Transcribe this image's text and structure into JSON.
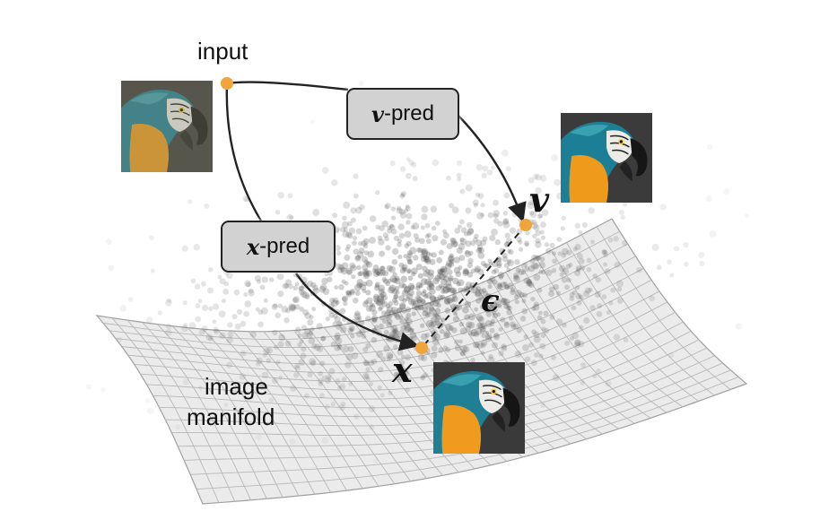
{
  "labels": {
    "input": "input",
    "v_symbol": "v",
    "x_symbol": "x",
    "epsilon_symbol": "ϵ",
    "manifold_line1": "image",
    "manifold_line2": "manifold"
  },
  "boxes": {
    "v_pred": {
      "symbol": "v",
      "text": "-pred"
    },
    "x_pred": {
      "symbol": "x",
      "text": "-pred"
    }
  },
  "colors": {
    "point": "#f0a43c",
    "box_fill": "#d2d2d2",
    "grid_fill": "#ebebeb",
    "grid_line": "#b8b8b8",
    "arrow": "#222222",
    "scatter": "#555555"
  },
  "images": {
    "noisy_input": "parrot-noisy-heavy",
    "noisy_v": "parrot-noisy-light",
    "clean_x": "parrot-clean"
  }
}
